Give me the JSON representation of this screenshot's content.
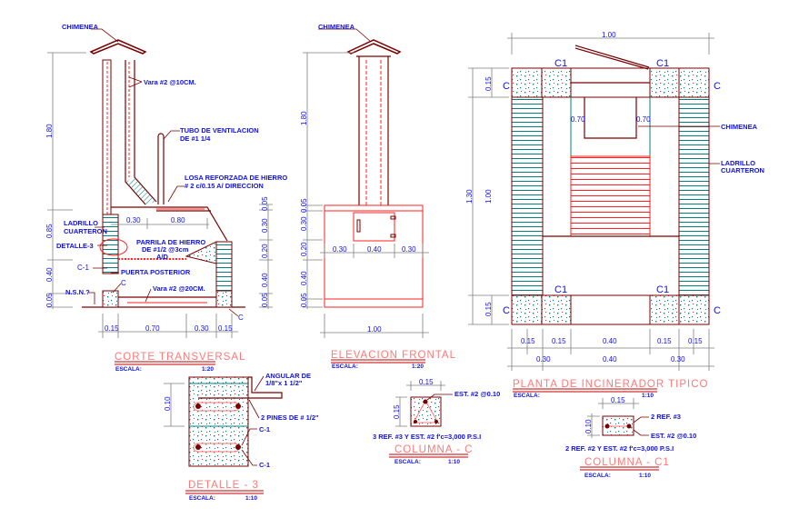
{
  "corte": {
    "chimenea": "CHIMENEA",
    "vara_top": "Vara #2 @10CM.",
    "height": "1.80",
    "tubo_1": "TUBO DE VENTILACION",
    "tubo_2": "DE #1 1/4",
    "losa_1": "LOSA REFORZADA DE HIERRO",
    "losa_2": "# 2 c/0.15 A/ DIRECCION",
    "dim_030": "0.30",
    "dim_080": "0.80",
    "ladrillo_1": "LADRILLO",
    "ladrillo_2": "CUARTERON",
    "detalle": "DETALLE-3",
    "parrila_1": "PARRILA DE HIERRO",
    "parrila_2": "DE #1/2 @3cm",
    "parrila_3": "A/D",
    "c1": "C-1",
    "puerta": "PUERTA POSTERIOR",
    "c_left": "C",
    "nsn": "N.S.N.?",
    "vara_bottom": "Vara #2 @20CM.",
    "c_right": "C",
    "left_dims": [
      "0.85",
      "0.40",
      "0.05"
    ],
    "right_dims": [
      "0.05",
      "0.30",
      "0.20",
      "0.40",
      "0.05"
    ],
    "bottom_dims": [
      "0.15",
      "0.70",
      "0.30",
      "0.15"
    ],
    "title": "CORTE TRANSVERSAL",
    "escala_label": "ESCALA:",
    "escala": "1:20"
  },
  "elevacion": {
    "chimenea": "CHIMENEA",
    "height": "1.80",
    "left_dims": [
      "0.05",
      "0.30",
      "0.20",
      "0.40",
      "0.05"
    ],
    "mid_dims": [
      "0.30",
      "0.40",
      "0.30"
    ],
    "width": "1.00",
    "title": "ELEVACION FRONTAL",
    "escala_label": "ESCALA:",
    "escala": "1:20"
  },
  "planta": {
    "width": "1.00",
    "c1": "C1",
    "c": "C",
    "dim_top": "0.15",
    "dim_total": "1.30",
    "dim_mid": "1.00",
    "dim_bot": "0.15",
    "inner_dims": [
      "0.70",
      "0.70"
    ],
    "chimenea": "CHIMENEA",
    "ladrillo_1": "LADRILLO",
    "ladrillo_2": "CUARTERON",
    "bottom_dims_1": [
      "0.15",
      "0.15",
      "0.40",
      "0.15",
      "0.15"
    ],
    "bottom_dims_2": [
      "0.30",
      "0.40",
      "0.30"
    ],
    "title": "PLANTA DE INCINERADOR TIPICO",
    "escala_label": "ESCALA:",
    "escala": "1:10"
  },
  "detalle3": {
    "dim": "0.10",
    "angular_1": "ANGULAR DE",
    "angular_2": "1/8\"x 1 1/2\"",
    "pines": "2 PINES DE # 1/2\"",
    "c1": "C-1",
    "title": "DETALLE - 3",
    "escala_label": "ESCALA:",
    "escala": "1:10"
  },
  "columna_c": {
    "dim_w": "0.15",
    "dim_h": "0.15",
    "est": "EST. #2 @0.10",
    "spec": "3 REF. #3 Y EST. #2 f'c=3,000 P.S.I",
    "title": "COLUMNA - C",
    "escala_label": "ESCALA:",
    "escala": "1:10"
  },
  "columna_c1": {
    "dim_w": "0.15",
    "dim_h": "0.10",
    "ref": "2 REF. #3",
    "est": "EST. #2 @0.10",
    "spec": "2 REF. #2 Y EST. #2 f'c=3,000 P.S.I",
    "title": "COLUMNA - C1",
    "escala_label": "ESCALA:",
    "escala": "1:10"
  },
  "colors": {
    "annotation": "#1010e8",
    "title": "#ff7878",
    "structure": "#7a0000",
    "hatch": "#008080",
    "rebar": "#ff2020"
  }
}
